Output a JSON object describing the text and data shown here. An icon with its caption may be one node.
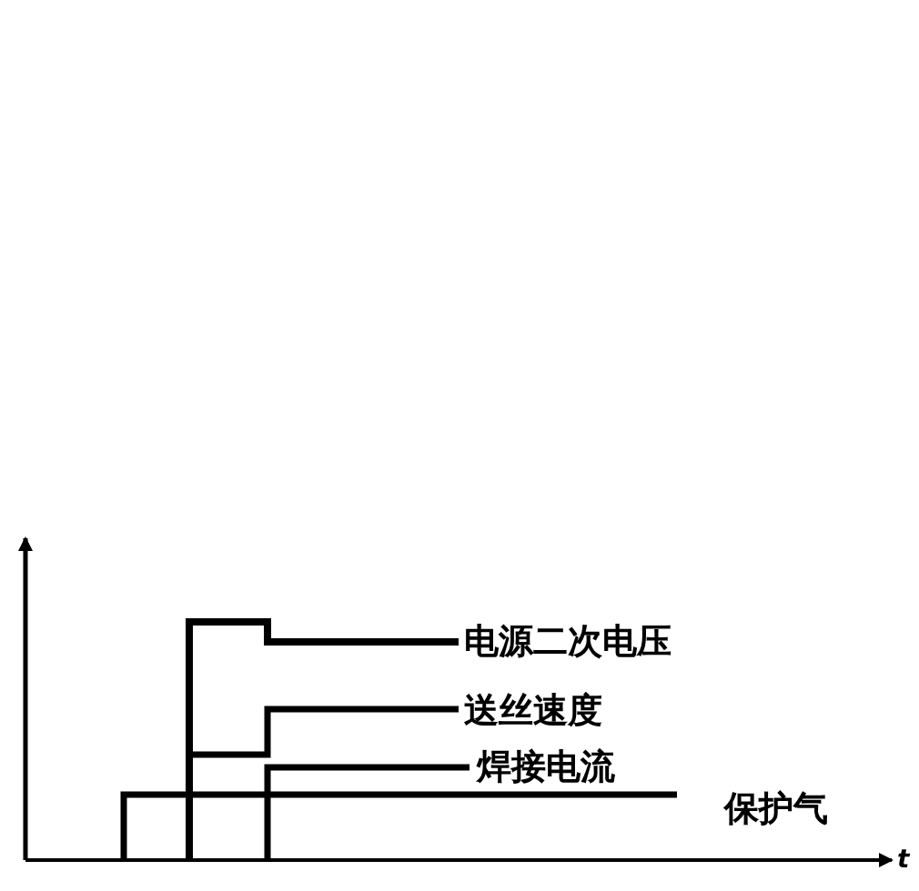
{
  "diagram": {
    "labels": [
      "电源二次电压",
      "送丝速度",
      "焊接电流",
      "保护气",
      "t"
    ]
  }
}
